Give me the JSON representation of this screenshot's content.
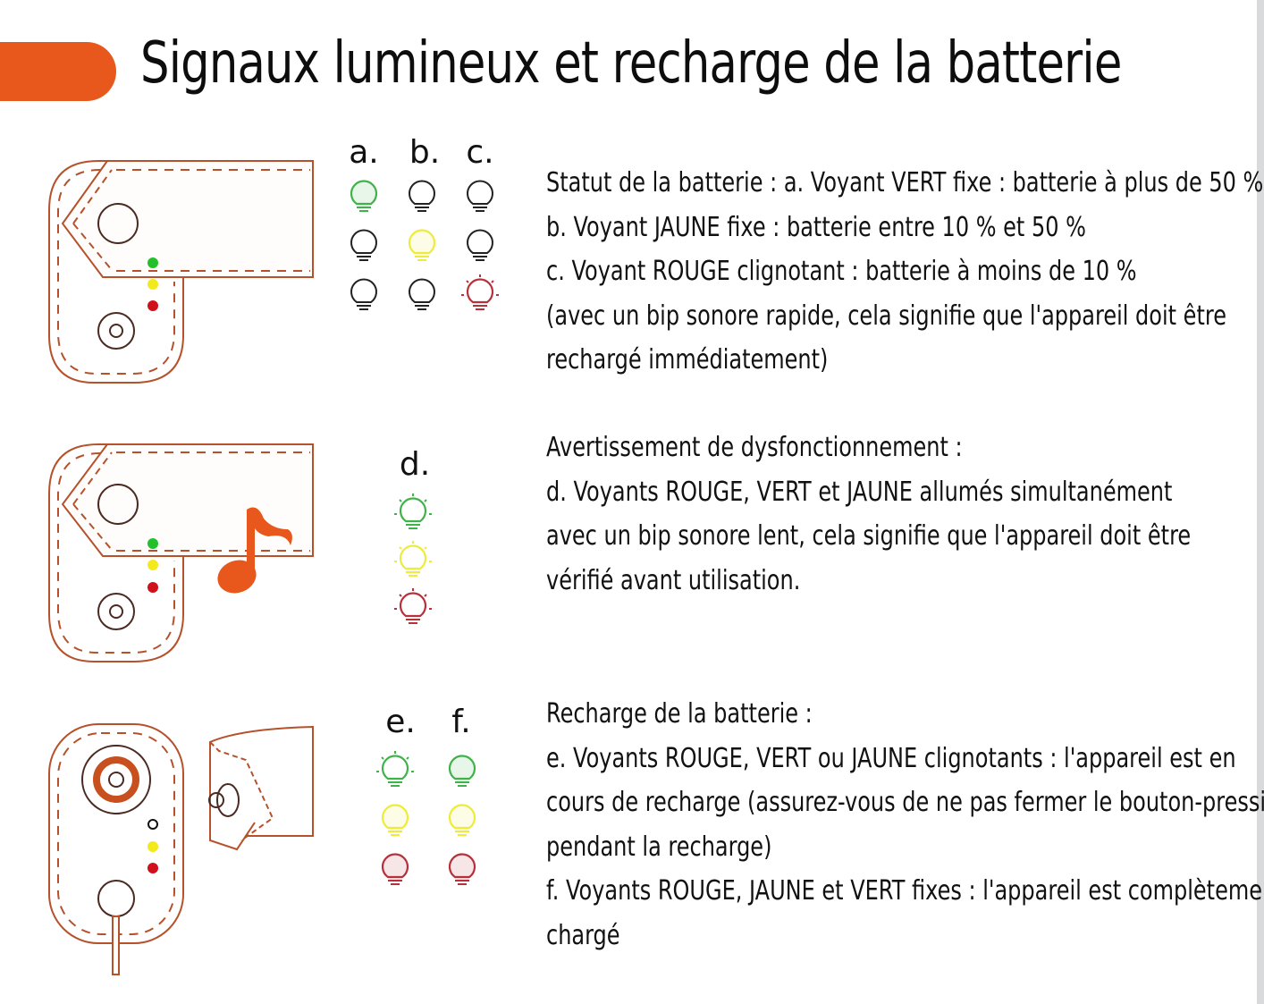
{
  "title": "Signaux lumineux et recharge de la batterie",
  "colors": {
    "accent": "#e8581c",
    "device_outline": "#b5522b",
    "led_green": "#22c02a",
    "led_yellow": "#f2ea1a",
    "led_red": "#d0101a",
    "bulb_off": "#222222",
    "bulb_green": "#3fb34a",
    "bulb_yellow": "#ecec3a",
    "bulb_red": "#b8303a"
  },
  "sections": [
    {
      "id": "battery-status",
      "labels": [
        "a.",
        "b.",
        "c."
      ],
      "bulb_grid": [
        [
          "green",
          "off",
          "off"
        ],
        [
          "off",
          "yellow",
          "off"
        ],
        [
          "off",
          "off",
          "red-blinking"
        ]
      ],
      "lines": [
        "Statut de la batterie : a. Voyant VERT fixe : batterie à plus de 50 %",
        "b. Voyant JAUNE fixe : batterie entre 10 % et 50 %",
        "c. Voyant ROUGE clignotant : batterie à moins de 10 %",
        "(avec un bip sonore rapide, cela signifie que l'appareil doit être",
        "rechargé immédiatement)"
      ]
    },
    {
      "id": "malfunction",
      "labels": [
        "d."
      ],
      "bulb_grid": [
        [
          "green-blinking"
        ],
        [
          "yellow-blinking"
        ],
        [
          "red-blinking"
        ]
      ],
      "icon": "music-note-icon",
      "lines": [
        "Avertissement de dysfonctionnement :",
        "d. Voyants ROUGE, VERT et JAUNE allumés simultanément",
        "avec un bip sonore lent, cela signifie que l'appareil doit être",
        " vérifié avant utilisation."
      ]
    },
    {
      "id": "charging",
      "labels": [
        "e.",
        "f."
      ],
      "bulb_grid": [
        [
          "green-blinking",
          "green"
        ],
        [
          "yellow",
          "yellow"
        ],
        [
          "red",
          "red"
        ]
      ],
      "lines": [
        "Recharge de la batterie :",
        "e. Voyants ROUGE, VERT ou JAUNE clignotants : l'appareil est en",
        "cours de recharge (assurez-vous de ne pas fermer le bouton-pression",
        " pendant la recharge)",
        "f. Voyants ROUGE, JAUNE et VERT fixes : l'appareil est complètement",
        "chargé"
      ]
    }
  ]
}
